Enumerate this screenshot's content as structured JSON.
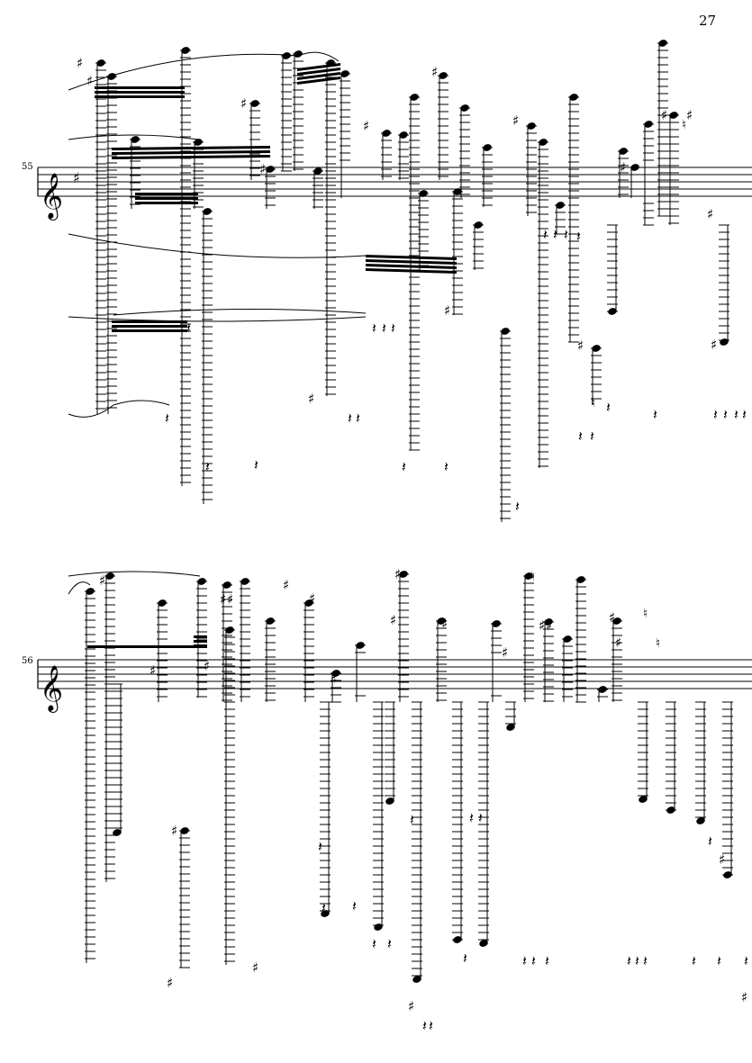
{
  "page": {
    "number": "27",
    "systems": [
      {
        "measure_number": "55",
        "key_signature": "G major (one sharp)",
        "clef": "treble"
      },
      {
        "measure_number": "56",
        "key_signature": "none",
        "clef": "treble"
      }
    ]
  },
  "colors": {
    "ink": "#000000",
    "paper": "#ffffff"
  }
}
